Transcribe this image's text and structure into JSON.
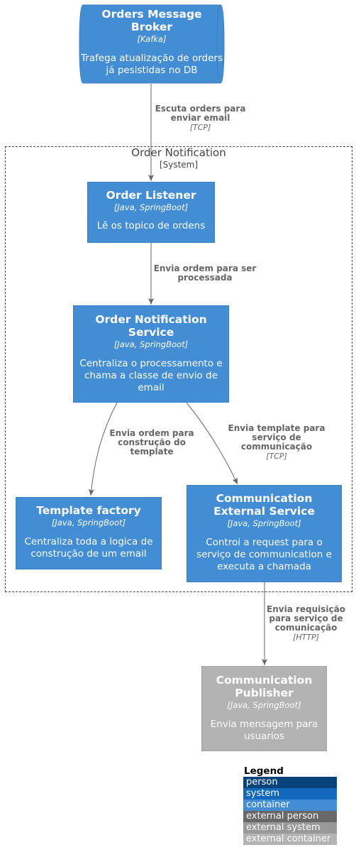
{
  "colors": {
    "container": "#438dd5",
    "external_container": "#b3b3b3",
    "arrow": "#666666",
    "boundary": "#444444"
  },
  "broker": {
    "title": "Orders Message Broker",
    "tech": "[Kafka]",
    "desc": "Trafega atualização de orders já pesistidas no DB"
  },
  "boundary": {
    "title": "Order Notification",
    "tag": "[System]"
  },
  "listener": {
    "title": "Order Listener",
    "tech": "[Java, SpringBoot]",
    "desc": "Lê os topico de ordens"
  },
  "service": {
    "title": "Order Notification Service",
    "tech": "[Java, SpringBoot]",
    "desc": "Centraliza o processamento e chama a classe de envio de email"
  },
  "template": {
    "title": "Template factory",
    "tech": "[Java, SpringBoot]",
    "desc": "Centraliza toda a logica de construção de um email"
  },
  "comm_ext": {
    "title": "Communication External Service",
    "tech": "[Java, SpringBoot]",
    "desc": "Controi a request para o serviço de communication e executa a chamada"
  },
  "publisher": {
    "title": "Communication Publisher",
    "tech": "[Java, SpringBoot]",
    "desc": "Envia mensagem para usuarios"
  },
  "relations": {
    "r1": {
      "label": "Escuta orders para enviar email",
      "tech": "[TCP]"
    },
    "r2": {
      "label": "Envia ordem para ser processada",
      "tech": ""
    },
    "r3": {
      "label": "Envia ordem para construção do template",
      "tech": ""
    },
    "r4": {
      "label": "Envia template para serviço de communicação",
      "tech": "[TCP]"
    },
    "r5": {
      "label": "Envia requisição para serviço de comunicação",
      "tech": "[HTTP]"
    }
  },
  "legend": {
    "title": "Legend",
    "items": [
      {
        "label": "person",
        "color": "#08427b"
      },
      {
        "label": "system",
        "color": "#1168bd"
      },
      {
        "label": "container",
        "color": "#438dd5"
      },
      {
        "label": "external person",
        "color": "#686868"
      },
      {
        "label": "external system",
        "color": "#999999"
      },
      {
        "label": "external container",
        "color": "#b3b3b3"
      }
    ]
  }
}
